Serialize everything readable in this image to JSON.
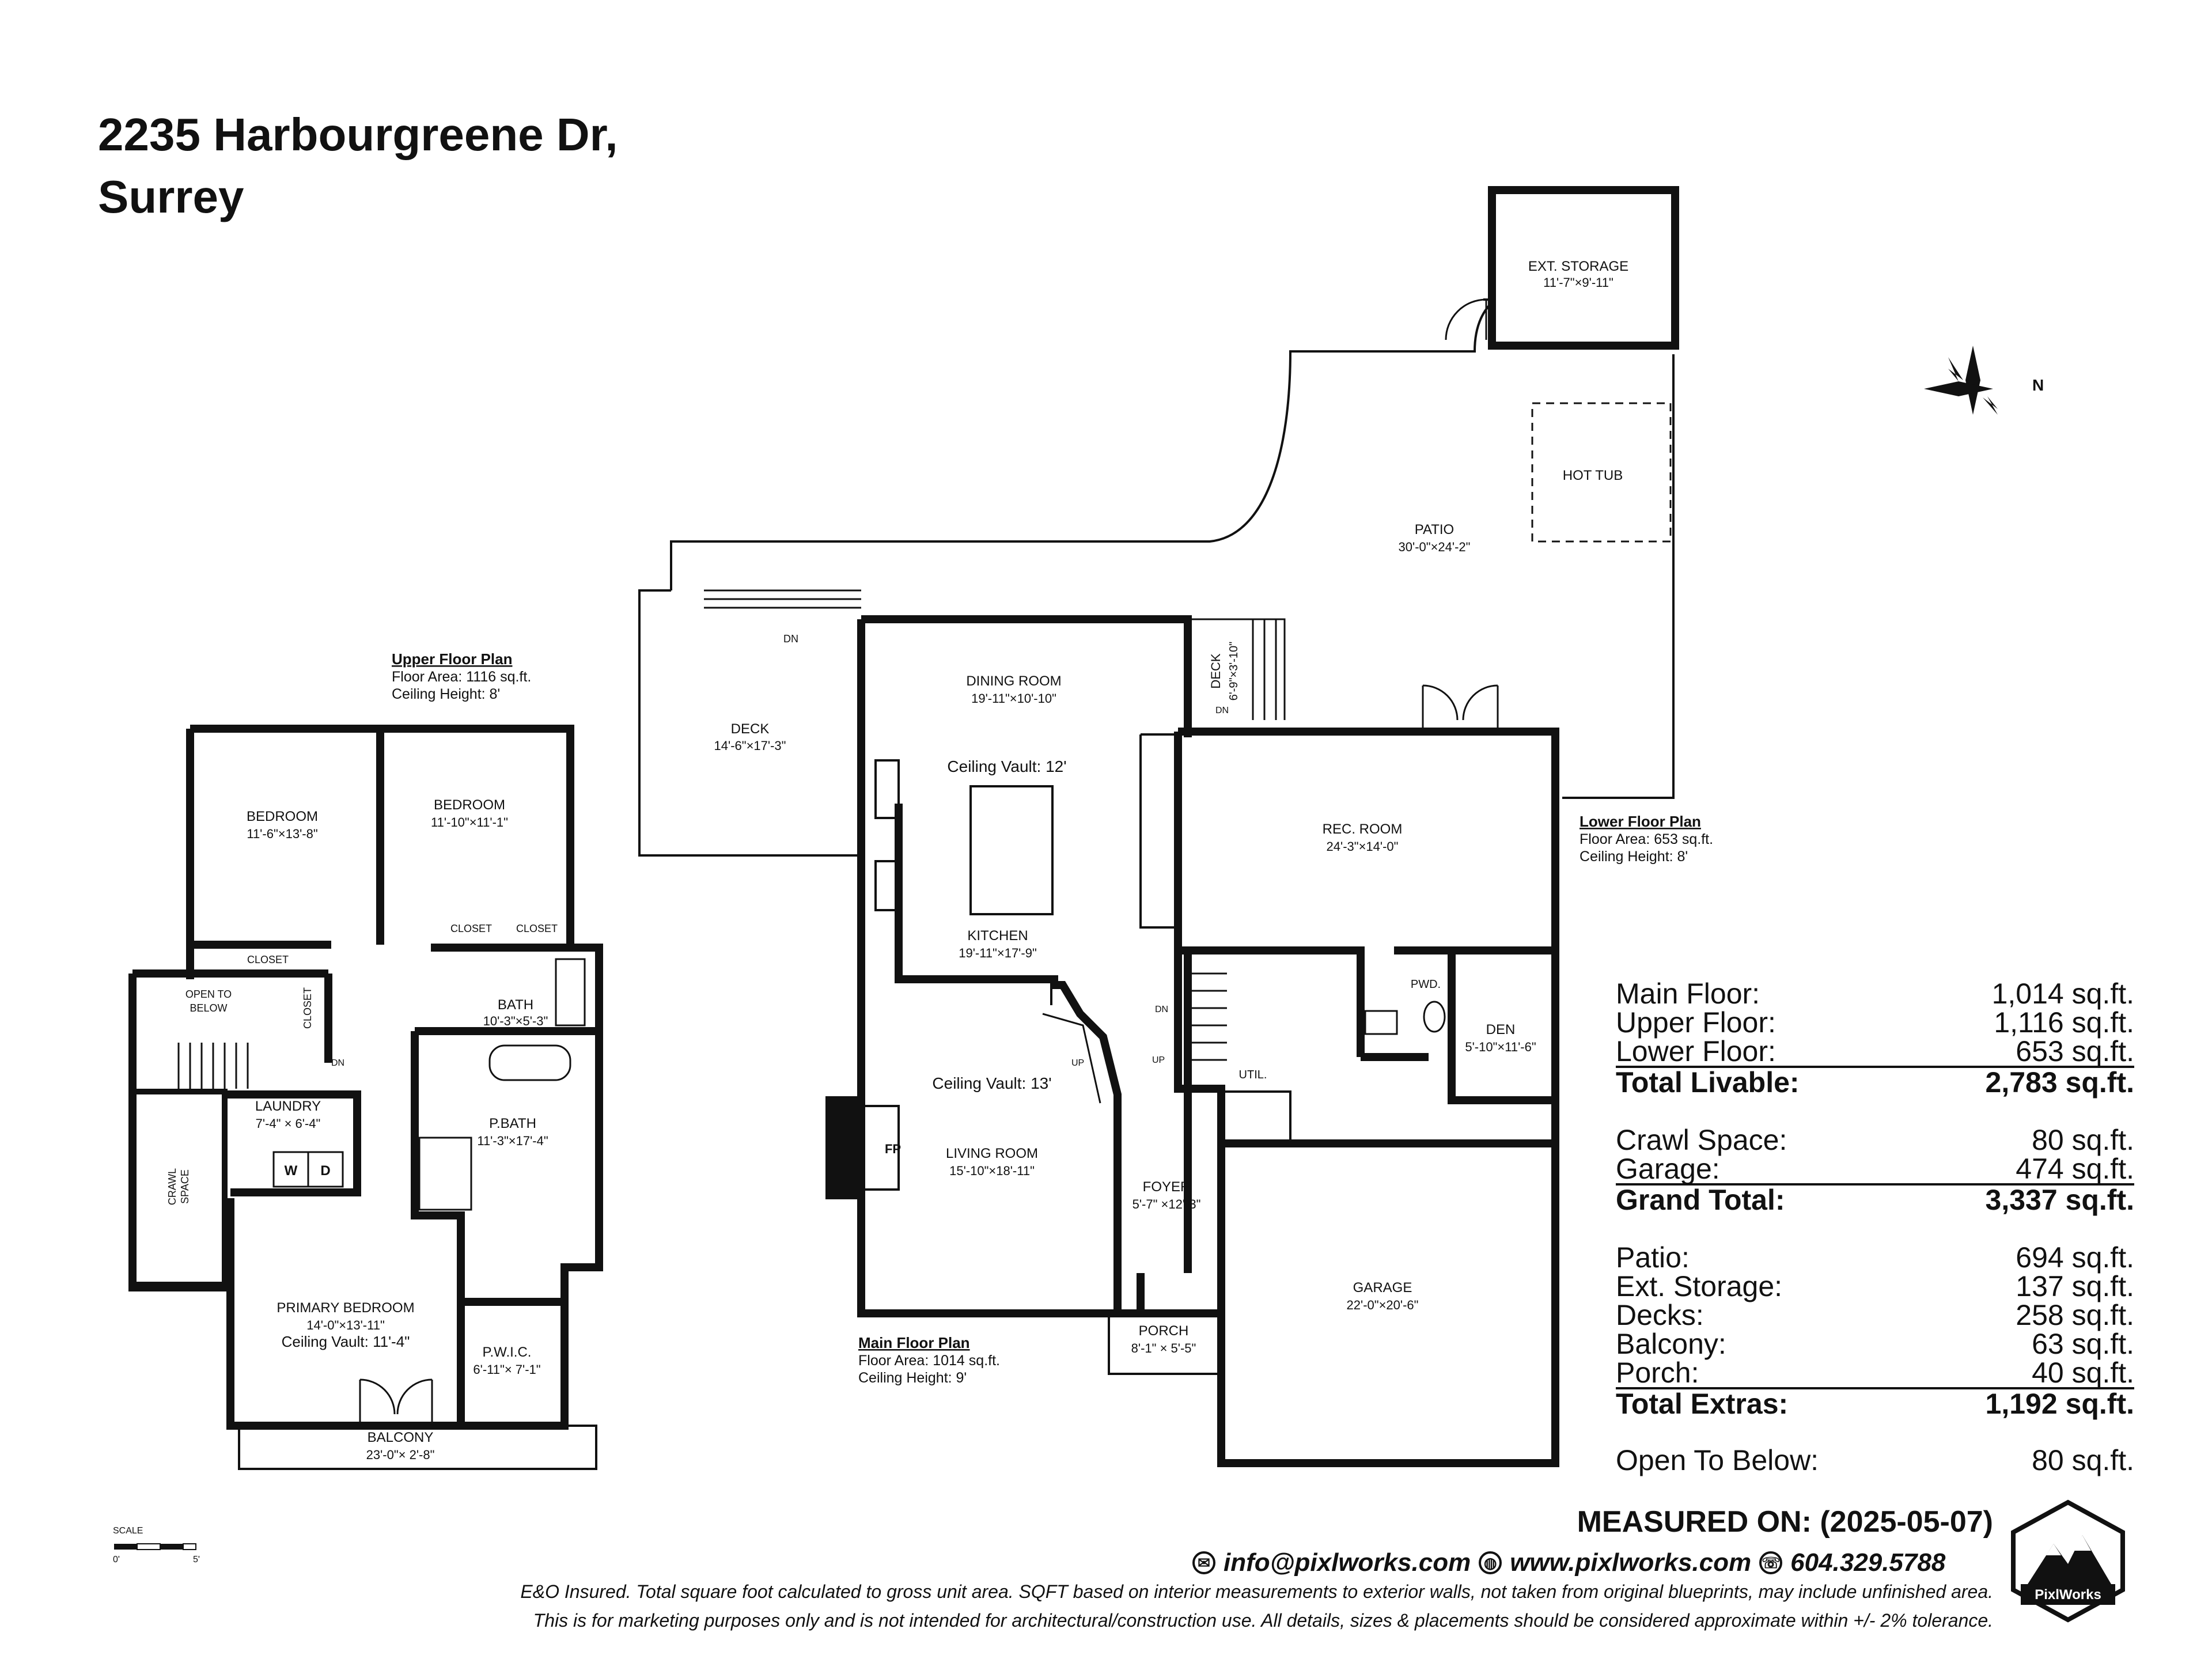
{
  "header": {
    "line1": "2235 Harbourgreene Dr,",
    "line2": "Surrey"
  },
  "rooms": {
    "ext_storage": {
      "name": "EXT. STORAGE",
      "dim": "11'-7\"×9'-11\""
    },
    "hot_tub": {
      "name": "HOT TUB"
    },
    "patio": {
      "name": "PATIO",
      "dim": "30'-0\"×24'-2\""
    },
    "deck_main": {
      "name": "DECK",
      "dim": "14'-6\"×17'-3\""
    },
    "deck_side": {
      "name": "DECK",
      "dim": "6'-9\"×3'-10\""
    },
    "dining": {
      "name": "DINING ROOM",
      "dim": "19'-11\"×10'-10\""
    },
    "kitchen_vault": "Ceiling Vault: 12'",
    "kitchen": {
      "name": "KITCHEN",
      "dim": "19'-11\"×17'-9\""
    },
    "living_vault": "Ceiling Vault: 13'",
    "living": {
      "name": "LIVING ROOM",
      "dim": "15'-10\"×18'-11\""
    },
    "foyer": {
      "name": "FOYER",
      "dim": "5'-7\" ×12'-3\""
    },
    "porch": {
      "name": "PORCH",
      "dim": "8'-1\" × 5'-5\""
    },
    "rec": {
      "name": "REC. ROOM",
      "dim": "24'-3\"×14'-0\""
    },
    "pwd": {
      "name": "PWD."
    },
    "den": {
      "name": "DEN",
      "dim": "5'-10\"×11'-6\""
    },
    "util": {
      "name": "UTIL."
    },
    "garage": {
      "name": "GARAGE",
      "dim": "22'-0\"×20'-6\""
    },
    "bed1": {
      "name": "BEDROOM",
      "dim": "11'-6\"×13'-8\""
    },
    "bed2": {
      "name": "BEDROOM",
      "dim": "11'-10\"×11'-1\""
    },
    "closet": "CLOSET",
    "open_below": {
      "line1": "OPEN TO",
      "line2": "BELOW"
    },
    "bath": {
      "name": "BATH",
      "dim": "10'-3\"×5'-3\""
    },
    "laundry": {
      "name": "LAUNDRY",
      "dim": "7'-4\" × 6'-4\""
    },
    "washer": "W",
    "dryer": "D",
    "crawl": {
      "line1": "CRAWL",
      "line2": "SPACE"
    },
    "pbath": {
      "name": "P.BATH",
      "dim": "11'-3\"×17'-4\""
    },
    "primary": {
      "name": "PRIMARY BEDROOM",
      "dim": "14'-0\"×13'-11\"",
      "vault": "Ceiling Vault: 11'-4\""
    },
    "pwic": {
      "name": "P.W.I.C.",
      "dim": "6'-11\"× 7'-1\""
    },
    "balcony": {
      "name": "BALCONY",
      "dim": "23'-0\"× 2'-8\""
    }
  },
  "marks": {
    "dn": "DN",
    "up": "UP",
    "fp": "FP",
    "north": "N"
  },
  "floor_labels": {
    "upper": {
      "title": "Upper Floor Plan",
      "area": "Floor Area: 1116 sq.ft.",
      "height": "Ceiling Height: 8'"
    },
    "main": {
      "title": "Main Floor Plan",
      "area": "Floor Area: 1014 sq.ft.",
      "height": "Ceiling Height: 9'"
    },
    "lower": {
      "title": "Lower Floor Plan",
      "area": "Floor Area: 653 sq.ft.",
      "height": "Ceiling Height: 8'"
    }
  },
  "scale": {
    "label": "SCALE",
    "start": "0'",
    "end": "5'"
  },
  "stats": {
    "main": {
      "label": "Main Floor:",
      "value": "1,014 sq.ft."
    },
    "upper": {
      "label": "Upper Floor:",
      "value": "1,116 sq.ft."
    },
    "lower": {
      "label": "Lower Floor:",
      "value": "653 sq.ft."
    },
    "total_livable": {
      "label": "Total Livable:",
      "value": "2,783 sq.ft."
    },
    "crawl": {
      "label": "Crawl Space:",
      "value": "80 sq.ft."
    },
    "garage": {
      "label": "Garage:",
      "value": "474 sq.ft."
    },
    "grand_total": {
      "label": "Grand Total:",
      "value": "3,337 sq.ft."
    },
    "patio": {
      "label": "Patio:",
      "value": "694 sq.ft."
    },
    "ext_storage": {
      "label": "Ext. Storage:",
      "value": "137 sq.ft."
    },
    "decks": {
      "label": "Decks:",
      "value": "258 sq.ft."
    },
    "balcony": {
      "label": "Balcony:",
      "value": "63 sq.ft."
    },
    "porch": {
      "label": "Porch:",
      "value": "40 sq.ft."
    },
    "total_extras": {
      "label": "Total Extras:",
      "value": "1,192 sq.ft."
    },
    "open_below": {
      "label": "Open To Below:",
      "value": "80 sq.ft."
    }
  },
  "footer": {
    "measured": "MEASURED ON: (2025-05-07)",
    "email": "info@pixlworks.com",
    "website": "www.pixlworks.com",
    "phone": "604.329.5788",
    "disclaimer1": "E&O Insured.  Total square foot calculated to gross unit area. SQFT based on interior measurements to exterior walls, not taken from original blueprints, may include unfinished area.",
    "disclaimer2": "This is for marketing purposes only and is not intended for architectural/construction use.  All details, sizes & placements should be considered approximate within +/- 2%  tolerance.",
    "logo_text": "PixlWorks"
  },
  "icons": {
    "compass": "compass-rose-icon",
    "email": "email-icon",
    "web": "globe-icon",
    "phone": "phone-icon",
    "logo": "mountain-logo-icon"
  },
  "colors": {
    "wall": "#111111",
    "text": "#111111",
    "background": "#ffffff"
  }
}
